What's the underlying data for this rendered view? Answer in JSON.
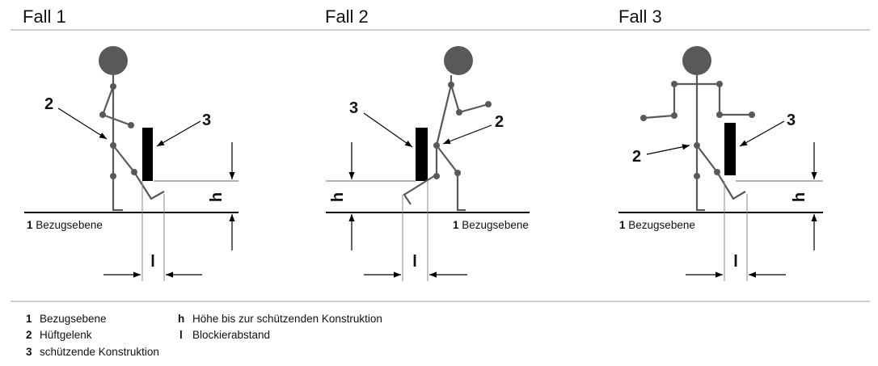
{
  "cases": [
    {
      "title": "Fall 1",
      "callouts": {
        "hip": "2",
        "structure": "3"
      },
      "reference_plane": {
        "number": "1",
        "label": "Bezugsebene"
      },
      "dimensions": {
        "height": "h",
        "distance": "l"
      }
    },
    {
      "title": "Fall 2",
      "callouts": {
        "hip": "2",
        "structure": "3"
      },
      "reference_plane": {
        "number": "1",
        "label": "Bezugsebene"
      },
      "dimensions": {
        "height": "h",
        "distance": "l"
      }
    },
    {
      "title": "Fall 3",
      "callouts": {
        "hip": "2",
        "structure": "3"
      },
      "reference_plane": {
        "number": "1",
        "label": "Bezugsebene"
      },
      "dimensions": {
        "height": "h",
        "distance": "l"
      }
    }
  ],
  "legend": [
    {
      "key": "1",
      "text": "Bezugsebene"
    },
    {
      "key": "2",
      "text": "Hüftgelenk"
    },
    {
      "key": "3",
      "text": "schützende Konstruktion"
    },
    {
      "key": "h",
      "text": "Höhe bis zur schützenden Konstruktion"
    },
    {
      "key": "l",
      "text": "Blockierabstand"
    }
  ],
  "colors": {
    "figure": "#595959",
    "structure": "#000000",
    "lines": "#000000",
    "rule": "#999999"
  }
}
